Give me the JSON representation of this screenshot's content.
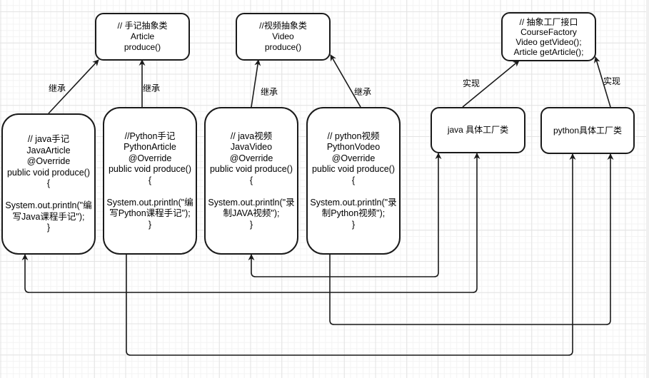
{
  "diagram": {
    "abstract_nodes": [
      {
        "id": "article",
        "lines": [
          "// 手记抽象类",
          "Article",
          "produce()"
        ]
      },
      {
        "id": "video",
        "lines": [
          "//视频抽象类",
          "Video",
          "produce()"
        ]
      },
      {
        "id": "factory",
        "lines": [
          "// 抽象工厂接口",
          "CourseFactory",
          "Video getVideo();",
          "Article getArticle();"
        ]
      }
    ],
    "concrete_nodes": [
      {
        "id": "java-article",
        "lines": [
          "// java手记",
          "JavaArticle",
          "@Override",
          "public void produce()",
          "{",
          "",
          "System.out.println(\"编",
          "写Java课程手记\");",
          "}"
        ]
      },
      {
        "id": "python-article",
        "lines": [
          "//Python手记",
          "PythonArticle",
          "@Override",
          "public void produce()",
          "{",
          "",
          "System.out.println(\"编",
          "写Python课程手记\");",
          "}"
        ]
      },
      {
        "id": "java-video",
        "lines": [
          "// java视频",
          "JavaVideo",
          "@Override",
          "public void produce()",
          "{",
          "",
          "System.out.println(\"录",
          "制JAVA视频\");",
          "}"
        ]
      },
      {
        "id": "python-video",
        "lines": [
          "// python视频",
          "PythonVodeo",
          "@Override",
          "public void produce()",
          "{",
          "",
          "System.out.println(\"录",
          "制Python视频\");",
          "}"
        ]
      }
    ],
    "factory_nodes": [
      {
        "id": "java-factory",
        "label": "java 具体工厂类"
      },
      {
        "id": "python-factory",
        "label": "python具体工厂类"
      }
    ],
    "edge_labels": {
      "inherit": "继承",
      "implement": "实现"
    },
    "edges": [
      {
        "from": "java-article",
        "to": "article",
        "label": "继承"
      },
      {
        "from": "python-article",
        "to": "article",
        "label": "继承"
      },
      {
        "from": "java-video",
        "to": "video",
        "label": "继承"
      },
      {
        "from": "python-video",
        "to": "video",
        "label": "继承"
      },
      {
        "from": "java-factory",
        "to": "factory",
        "label": "实现"
      },
      {
        "from": "python-factory",
        "to": "factory",
        "label": "实现"
      },
      {
        "from": "java-factory",
        "to": "java-video",
        "label": ""
      },
      {
        "from": "java-factory",
        "to": "java-article",
        "label": ""
      },
      {
        "from": "python-video",
        "to": "python-factory",
        "label": ""
      },
      {
        "from": "python-article",
        "to": "python-factory",
        "label": ""
      }
    ],
    "colors": {
      "stroke": "#1a1a1a",
      "grid_major": "#e3e3e3",
      "grid_minor": "#f3f3f3",
      "background": "#ffffff"
    }
  }
}
